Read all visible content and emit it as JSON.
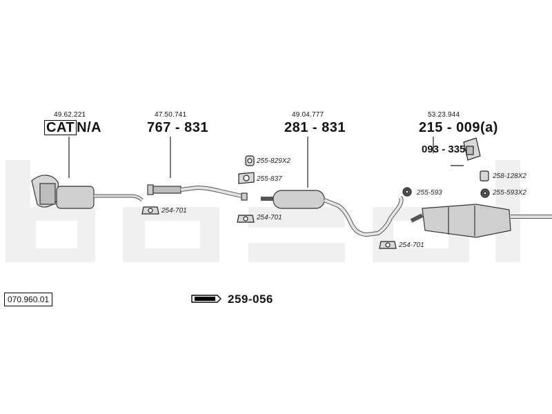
{
  "diagram_code": "070.960.01",
  "kit": {
    "logo_text": "bosal",
    "part_number": "259-056"
  },
  "sections": [
    {
      "id": "cat",
      "ref": "49.62.221",
      "cat_label": "CAT",
      "part_label": "N/A"
    },
    {
      "id": "front",
      "ref": "47.50.741",
      "part_label": "767 - 831"
    },
    {
      "id": "middle",
      "ref": "49.04.777",
      "part_label": "281 - 831"
    },
    {
      "id": "rear",
      "ref": "53.23.944",
      "part_label": "215 - 009(a)",
      "extra_label": "093 - 335"
    }
  ],
  "accessories": [
    {
      "id": "acc-254-701-a",
      "label": "254-701",
      "icon": "clamp-icon"
    },
    {
      "id": "acc-255-829x2",
      "label": "255-829X2",
      "icon": "gasket-icon"
    },
    {
      "id": "acc-255-837",
      "label": "255-837",
      "icon": "flange-gasket-icon"
    },
    {
      "id": "acc-254-701-b",
      "label": "254-701",
      "icon": "clamp-icon"
    },
    {
      "id": "acc-255-593",
      "label": "255-593",
      "icon": "rubber-mount-icon"
    },
    {
      "id": "acc-258-128x2",
      "label": "258-128X2",
      "icon": "bracket-icon"
    },
    {
      "id": "acc-255-593x2",
      "label": "255-593X2",
      "icon": "rubber-mount-icon"
    },
    {
      "id": "acc-254-701-c",
      "label": "254-701",
      "icon": "clamp-icon"
    }
  ]
}
